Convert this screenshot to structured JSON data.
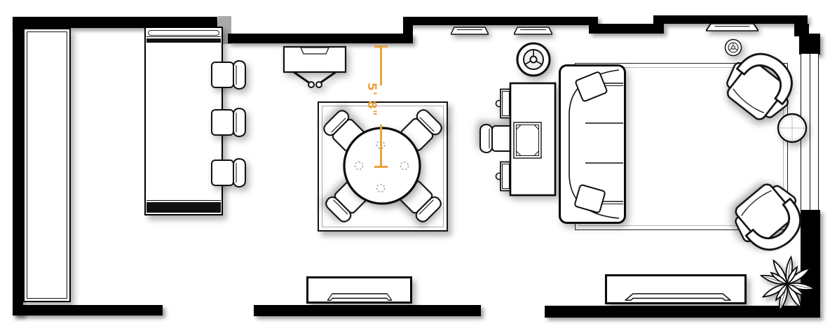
{
  "annotation": {
    "dimension_label": "5' 8\"",
    "orientation": "vertical",
    "color": "#E8A33C"
  },
  "colors": {
    "wall": "#000000",
    "outline": "#111111",
    "floor": "#ffffff",
    "accent": "#E8A33C",
    "pier_gray": "#a9a9a9",
    "rug_border_inner": "#ababab",
    "shadow": "rgba(0,0,0,0.32)"
  },
  "elements": {
    "storage": [
      "tall-cabinet",
      "bar-counter",
      "media-console",
      "media-console"
    ],
    "seating": [
      "bar-stool",
      "bar-stool",
      "bar-stool",
      "dining-chair",
      "dining-chair",
      "dining-chair",
      "dining-chair",
      "desk-chair",
      "sofa",
      "armchair",
      "armchair"
    ],
    "tables": [
      "wall-console-table",
      "round-dining-table",
      "desk",
      "round-side-table"
    ],
    "rugs": [
      "dining-rug",
      "living-rug"
    ],
    "fixtures": [
      "wall-speaker",
      "wall-speaker",
      "wall-speaker",
      "ceiling-fan",
      "smoke-detector",
      "window",
      "potted-plant",
      "tv-soundbar",
      "tv-soundbar",
      "desk-speaker",
      "desk-speaker",
      "desk-tray",
      "sofa-pillow",
      "sofa-pillow"
    ]
  }
}
